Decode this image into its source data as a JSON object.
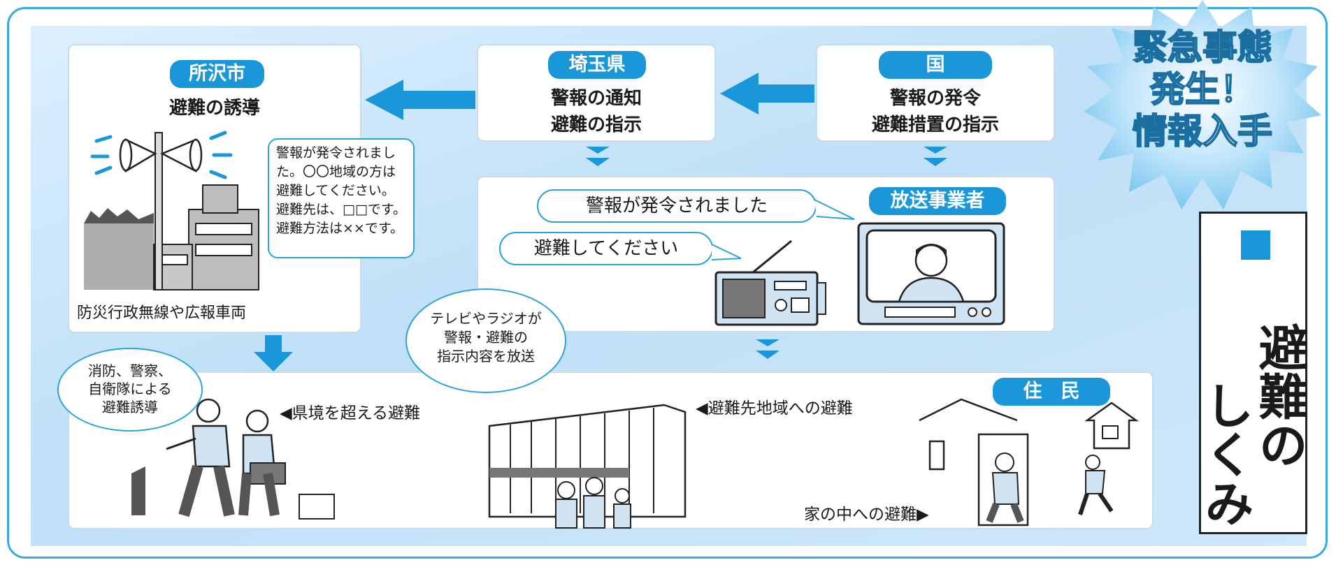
{
  "tokorozawa": {
    "tag": "所沢市",
    "title": "避難の誘導",
    "bubble": "警報が発令されました。〇〇地域の方は避難してください。避難先は、□□です。避難方法は××です。",
    "caption": "防災行政無線や広報車両"
  },
  "saitama": {
    "tag": "埼玉県",
    "line1": "警報の通知",
    "line2": "避難の指示"
  },
  "kuni": {
    "tag": "国",
    "line1": "警報の発令",
    "line2": "避難措置の指示"
  },
  "broadcaster": {
    "tag": "放送事業者",
    "speech1": "警報が発令されました",
    "speech2": "避難してください"
  },
  "tv_radio_note": {
    "line1": "テレビやラジオが",
    "line2": "警報・避難の",
    "line3": "指示内容を放送"
  },
  "police_note": {
    "line1": "消防、警察、",
    "line2": "自衛隊による",
    "line3": "避難誘導"
  },
  "residents": {
    "tag": "住　民",
    "label_cross": "◀県境を超える避難",
    "label_area": "◀避難先地域への避難",
    "label_home": "家の中への避難▶"
  },
  "burst": {
    "line1": "緊急事態",
    "line2": "発生！",
    "line3": "情報入手"
  },
  "side_title": {
    "line1": "避難",
    "line2": "の",
    "line3": "しくみ"
  },
  "colors": {
    "accent": "#1a97d8",
    "frame": "#3aa9dc",
    "background": "#cfe8fa"
  }
}
